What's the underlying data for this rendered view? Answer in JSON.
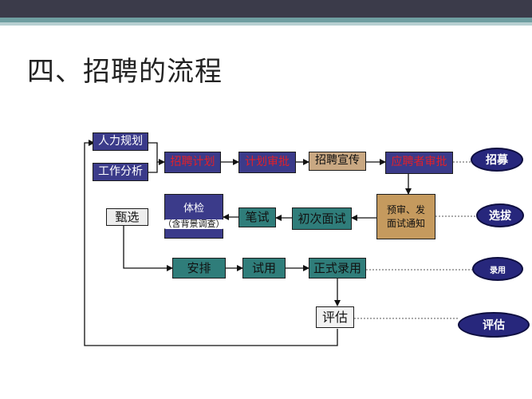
{
  "title": "四、招聘的流程",
  "nodes": {
    "hr_planning": "人力规划",
    "job_analysis": "工作分析",
    "recruit_plan": "招聘计划",
    "plan_approval": "计划审批",
    "recruit_publicity": "招聘宣传",
    "applicant_review": "应聘者审批",
    "prescreen_line1": "预审、发",
    "prescreen_line2": "面试通知",
    "first_interview": "初次面试",
    "written_test": "笔试",
    "physical_line1": "体检",
    "physical_line2": "（含背景调查）",
    "selection": "甄选",
    "arrangement": "安排",
    "probation": "试用",
    "formal_hire": "正式录用",
    "evaluation": "评估"
  },
  "stages": {
    "recruitment": "招募",
    "selection": "选拔",
    "hiring": "录用",
    "evaluation": "评估"
  },
  "colors": {
    "dark_box": "#3b3b8a",
    "red_text": "#e0202a",
    "teal_box": "#2f7d7a",
    "tan_box": "#c59a5e",
    "ellipse": "#27277c"
  }
}
